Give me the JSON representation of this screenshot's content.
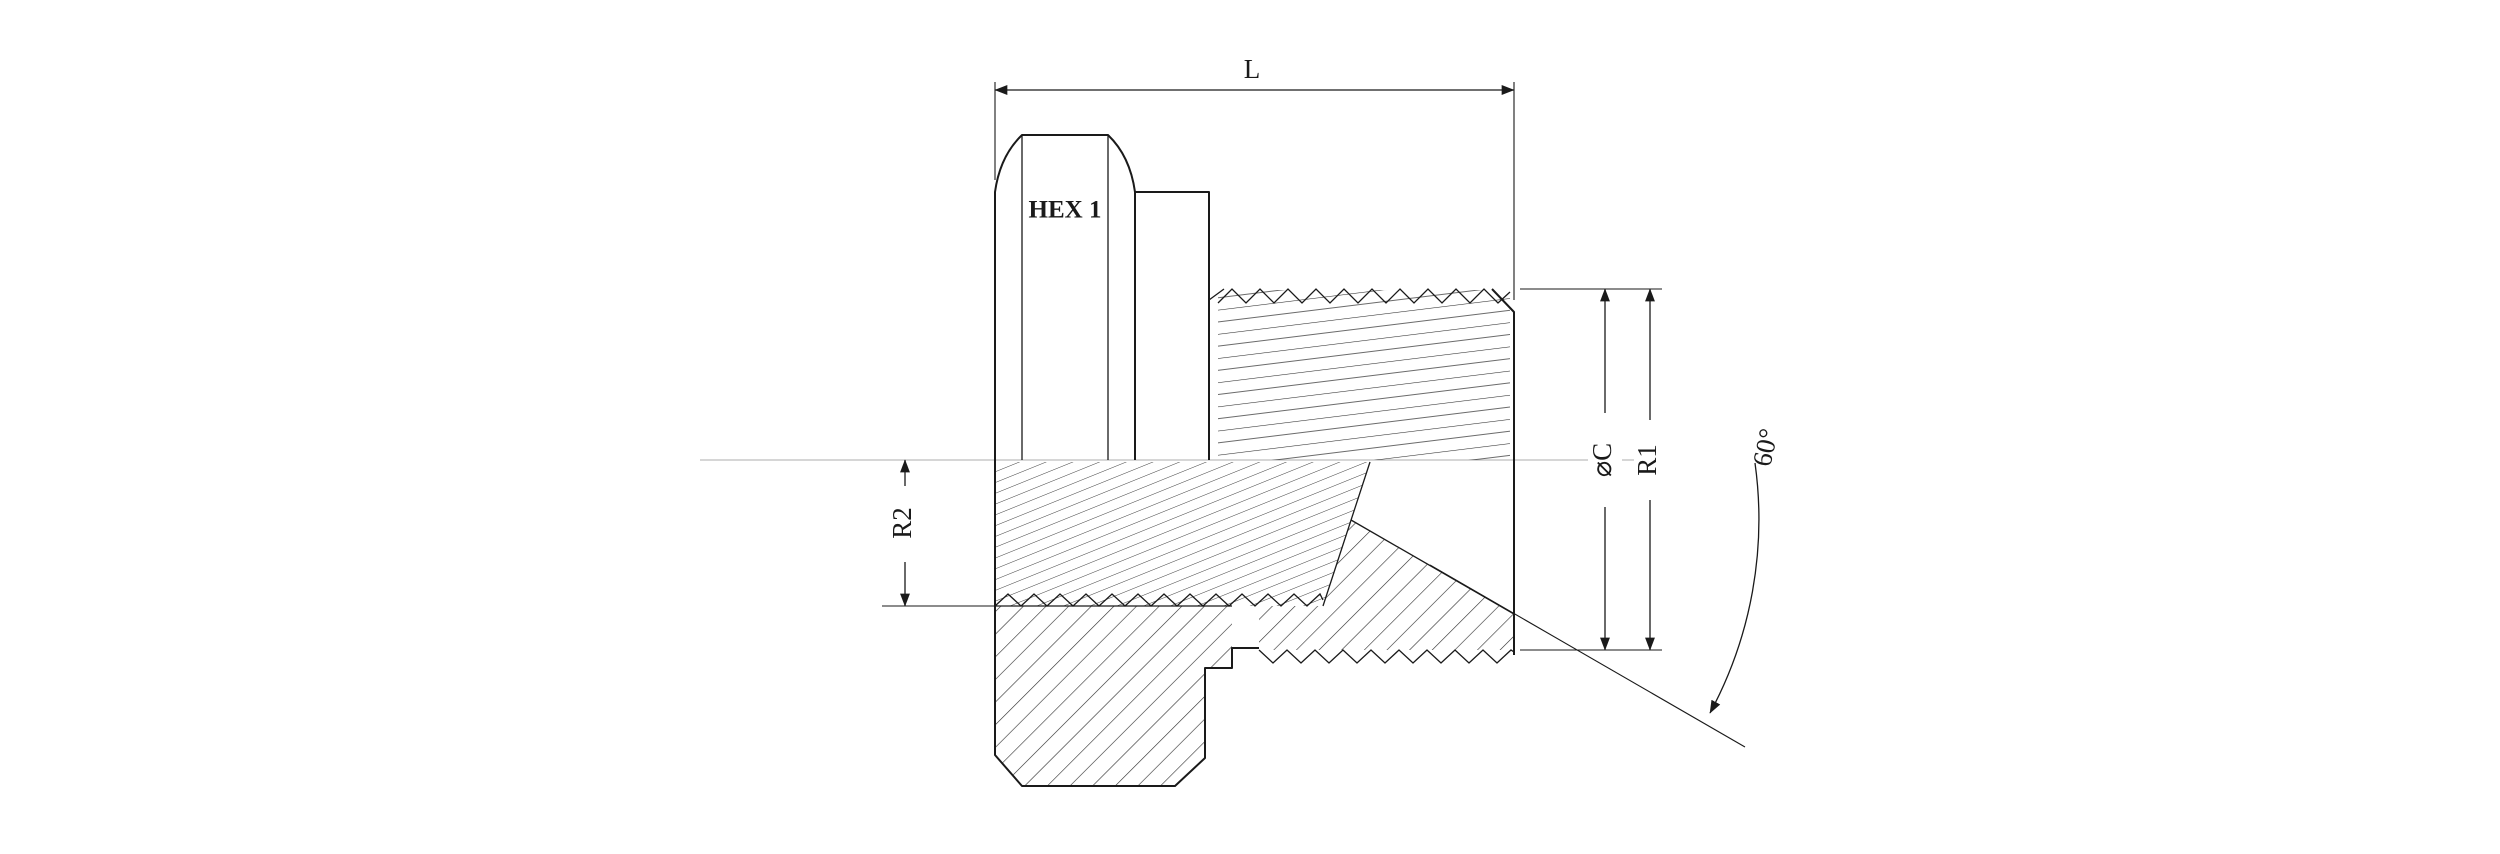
{
  "drawing": {
    "type": "technical-section-drawing",
    "subject": "threaded hex adapter fitting, half-section side view",
    "dimension_labels": {
      "overall_length": "L",
      "hex_size": "HEX 1",
      "r2": "R2",
      "bore_diameter": "⌀C",
      "r1": "R1",
      "cone_angle": "60°"
    },
    "colors": {
      "line": "#1a1a1a",
      "centerline": "#c9c9c9",
      "background": "#ffffff"
    }
  }
}
